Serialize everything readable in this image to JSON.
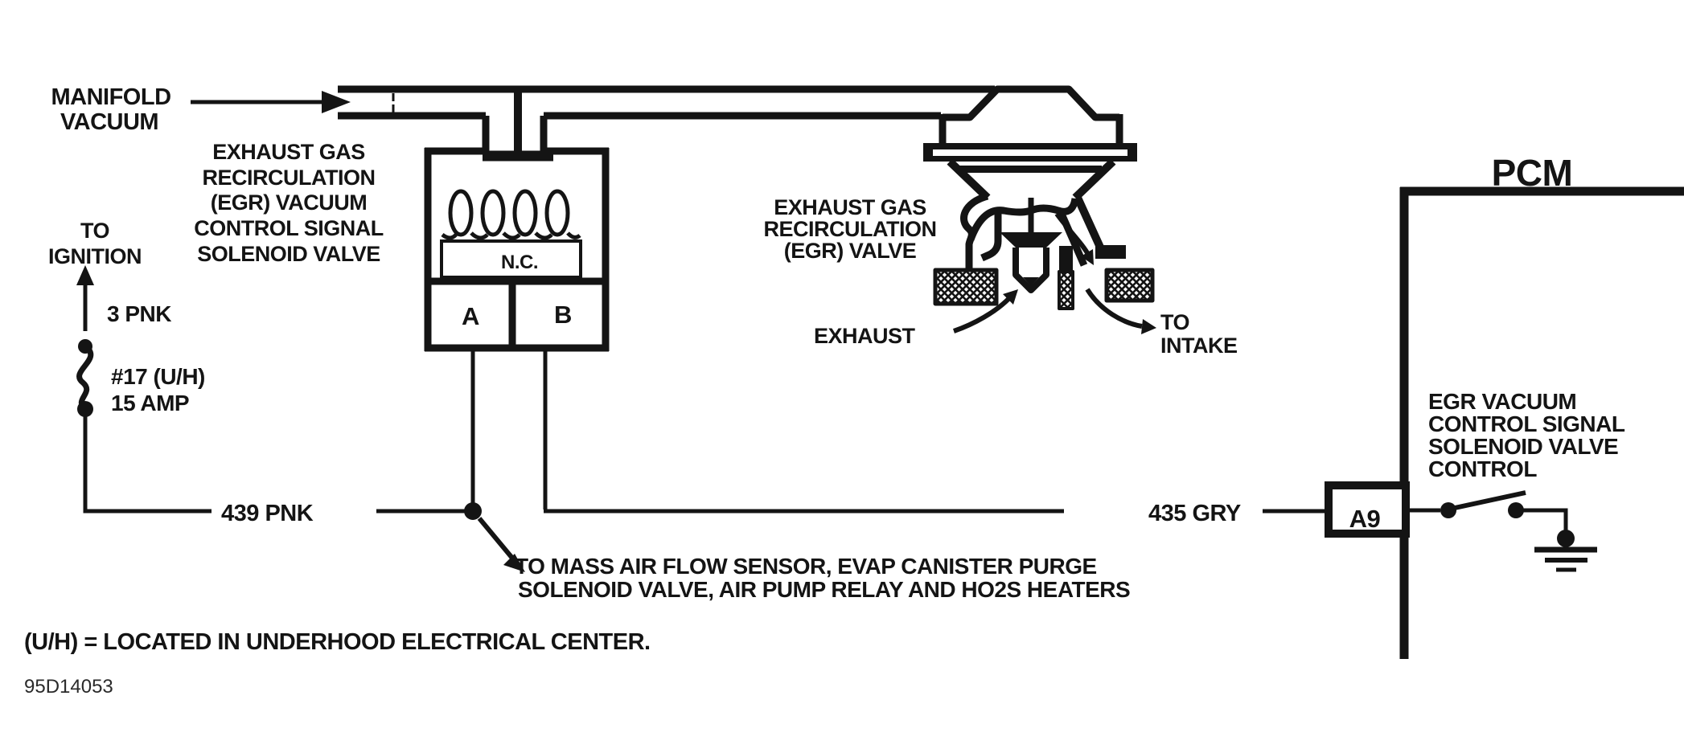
{
  "colors": {
    "ink": "#141414",
    "paper": "#ffffff"
  },
  "vacuum_source": {
    "label_lines": [
      "MANIFOLD",
      "VACUUM"
    ]
  },
  "solenoid": {
    "name_lines": [
      "EXHAUST GAS",
      "RECIRCULATION",
      "(EGR) VACUUM",
      "CONTROL SIGNAL",
      "SOLENOID VALVE"
    ],
    "state": "N.C.",
    "terminal_a": "A",
    "terminal_b": "B"
  },
  "ignition": {
    "label_lines": [
      "TO",
      "IGNITION"
    ],
    "wire": "3 PNK",
    "fuse": {
      "id": "#17 (U/H)",
      "rating": "15 AMP"
    }
  },
  "egr_valve": {
    "name_lines": [
      "EXHAUST GAS",
      "RECIRCULATION",
      "(EGR) VALVE"
    ],
    "exhaust_label": "EXHAUST",
    "intake_label_lines": [
      "TO",
      "INTAKE"
    ]
  },
  "wires": {
    "pnk_439": "439 PNK",
    "gry_435": "435 GRY"
  },
  "branch_note_lines": [
    "TO MASS AIR FLOW SENSOR, EVAP CANISTER PURGE",
    "SOLENOID VALVE, AIR PUMP RELAY AND HO2S HEATERS"
  ],
  "pcm": {
    "title": "PCM",
    "pin": "A9",
    "function_lines": [
      "EGR VACUUM",
      "CONTROL SIGNAL",
      "SOLENOID VALVE",
      "CONTROL"
    ]
  },
  "footnote": "(U/H) = LOCATED IN UNDERHOOD ELECTRICAL CENTER.",
  "document_number": "95D14053"
}
